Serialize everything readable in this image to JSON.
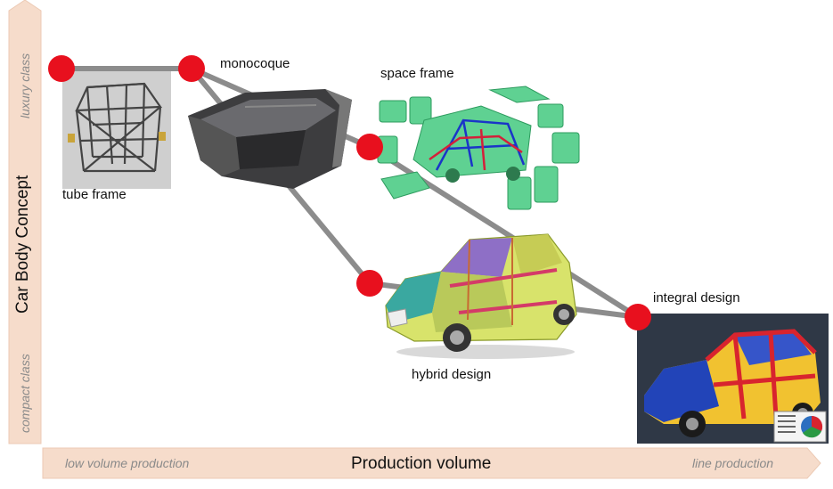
{
  "y_axis": {
    "title": "Car Body Concept",
    "top_label": "luxury class",
    "bottom_label": "compact class"
  },
  "x_axis": {
    "title": "Production volume",
    "left_label": "low volume production",
    "right_label": "line production"
  },
  "nodes": [
    {
      "id": "tube-frame",
      "label": "tube frame"
    },
    {
      "id": "monocoque",
      "label": "monocoque"
    },
    {
      "id": "space-frame",
      "label": "space frame"
    },
    {
      "id": "hybrid-design",
      "label": "hybrid design"
    },
    {
      "id": "integral-design",
      "label": "integral design"
    }
  ],
  "edges": [
    [
      "tube-frame",
      "monocoque"
    ],
    [
      "monocoque",
      "space-frame"
    ],
    [
      "monocoque",
      "hybrid-design"
    ],
    [
      "space-frame",
      "integral-design"
    ],
    [
      "hybrid-design",
      "integral-design"
    ]
  ],
  "colors": {
    "node": "#e8101e",
    "edge": "#8c8c8c",
    "axis_arrow": "#f6dccb",
    "axis_arrow_edge": "#eccab4"
  }
}
